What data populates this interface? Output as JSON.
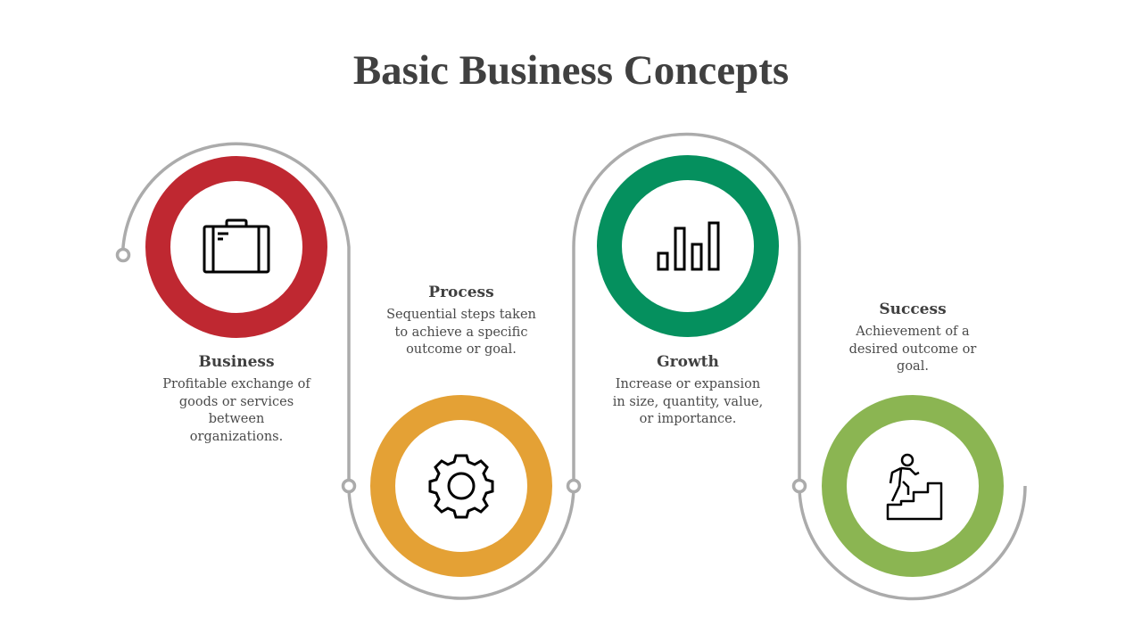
{
  "title": "Basic Business Concepts",
  "steps": [
    {
      "title": "Business",
      "description": "Profitable exchange of goods or services between organizations.",
      "color": "#BF2831",
      "icon": "briefcase-icon"
    },
    {
      "title": "Process",
      "description": "Sequential steps taken to achieve a specific outcome or goal.",
      "color": "#E4A135",
      "icon": "gear-icon"
    },
    {
      "title": "Growth",
      "description": "Increase or expansion in size, quantity, value, or importance.",
      "color": "#05905E",
      "icon": "bar-chart-icon"
    },
    {
      "title": "Success",
      "description": "Achievement of a desired outcome or goal.",
      "color": "#8BB552",
      "icon": "climbing-stairs-icon"
    }
  ],
  "connector_color": "#ABABAB"
}
